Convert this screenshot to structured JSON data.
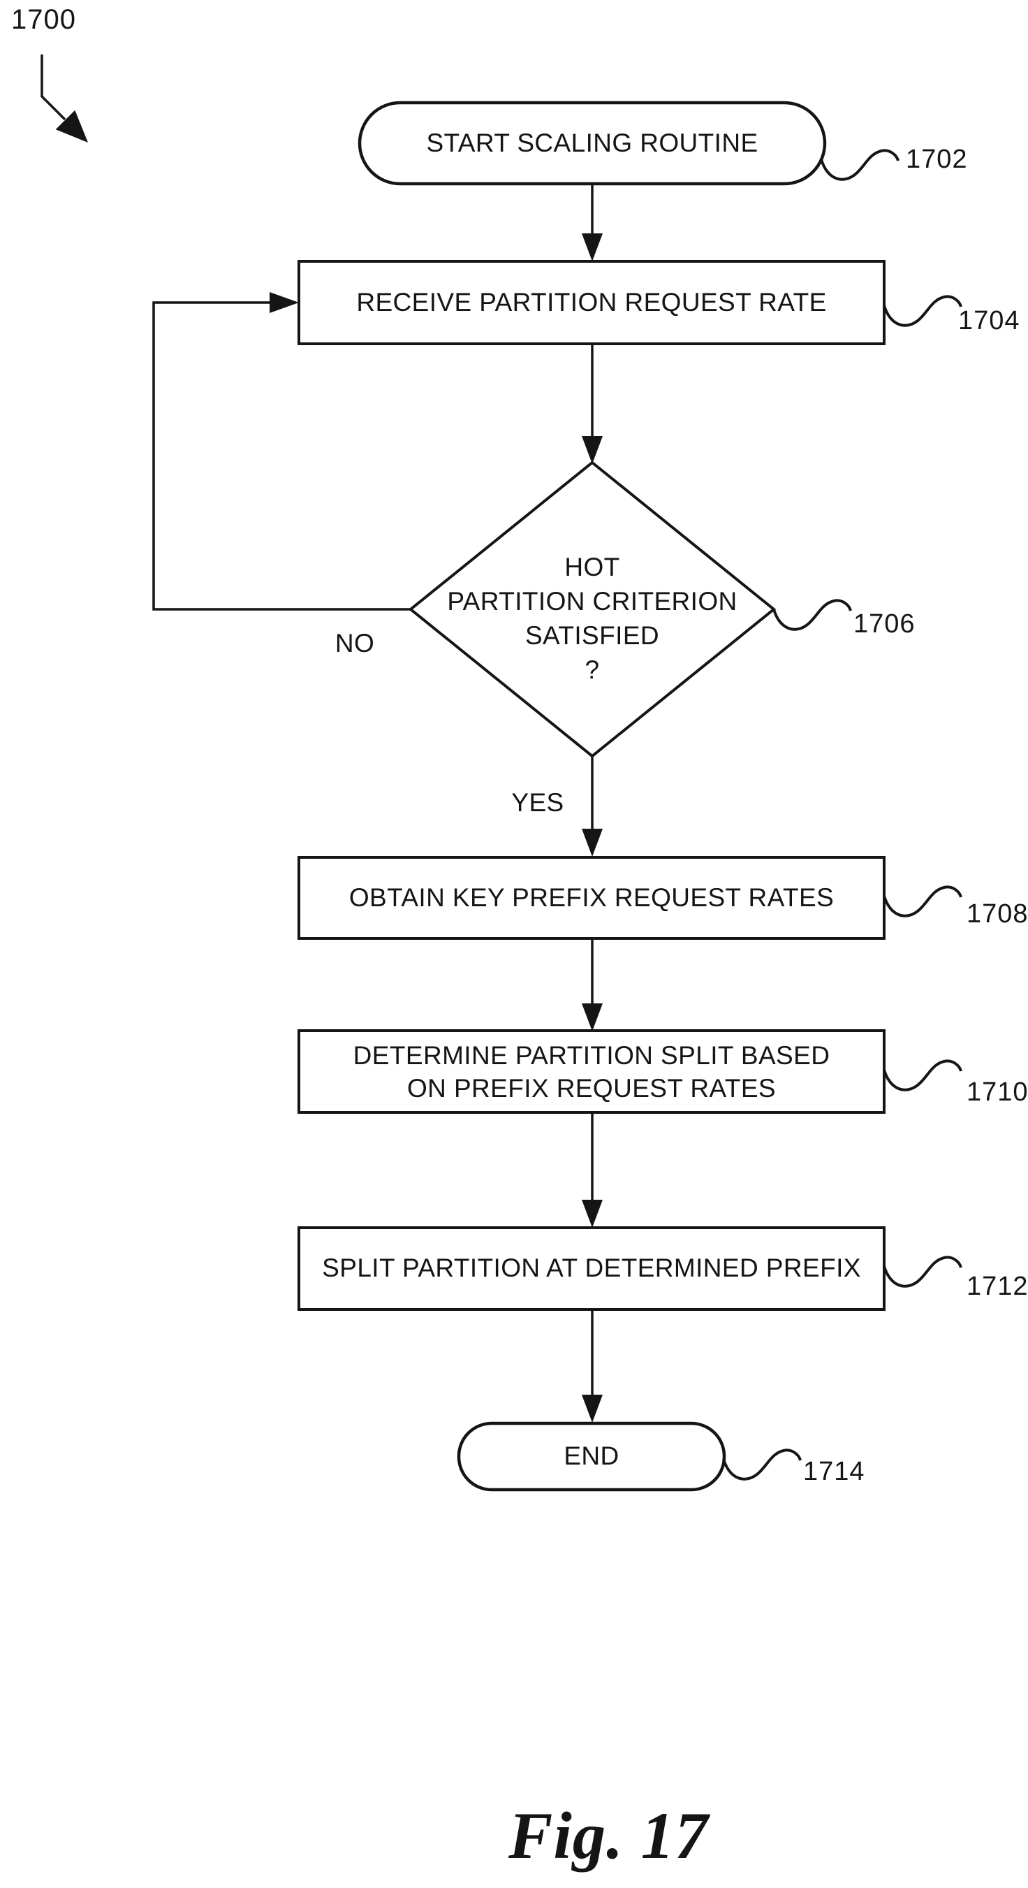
{
  "figure": {
    "figure_ref": "1700",
    "caption": "Fig. 17",
    "decision_no_label": "NO",
    "decision_yes_label": "YES",
    "nodes": {
      "start": {
        "label": "START SCALING ROUTINE",
        "ref": "1702"
      },
      "receive": {
        "label": "RECEIVE PARTITION REQUEST RATE",
        "ref": "1704"
      },
      "decision": {
        "lines": [
          "HOT",
          "PARTITION CRITERION",
          "SATISFIED",
          "?"
        ],
        "ref": "1706"
      },
      "obtain": {
        "label": "OBTAIN KEY PREFIX REQUEST RATES",
        "ref": "1708"
      },
      "determine": {
        "lines": [
          "DETERMINE PARTITION SPLIT BASED",
          "ON PREFIX REQUEST RATES"
        ],
        "ref": "1710"
      },
      "split": {
        "label": "SPLIT PARTITION AT DETERMINED PREFIX",
        "ref": "1712"
      },
      "end": {
        "label": "END",
        "ref": "1714"
      }
    },
    "colors": {
      "ink": "#151515",
      "paper": "#ffffff"
    }
  }
}
